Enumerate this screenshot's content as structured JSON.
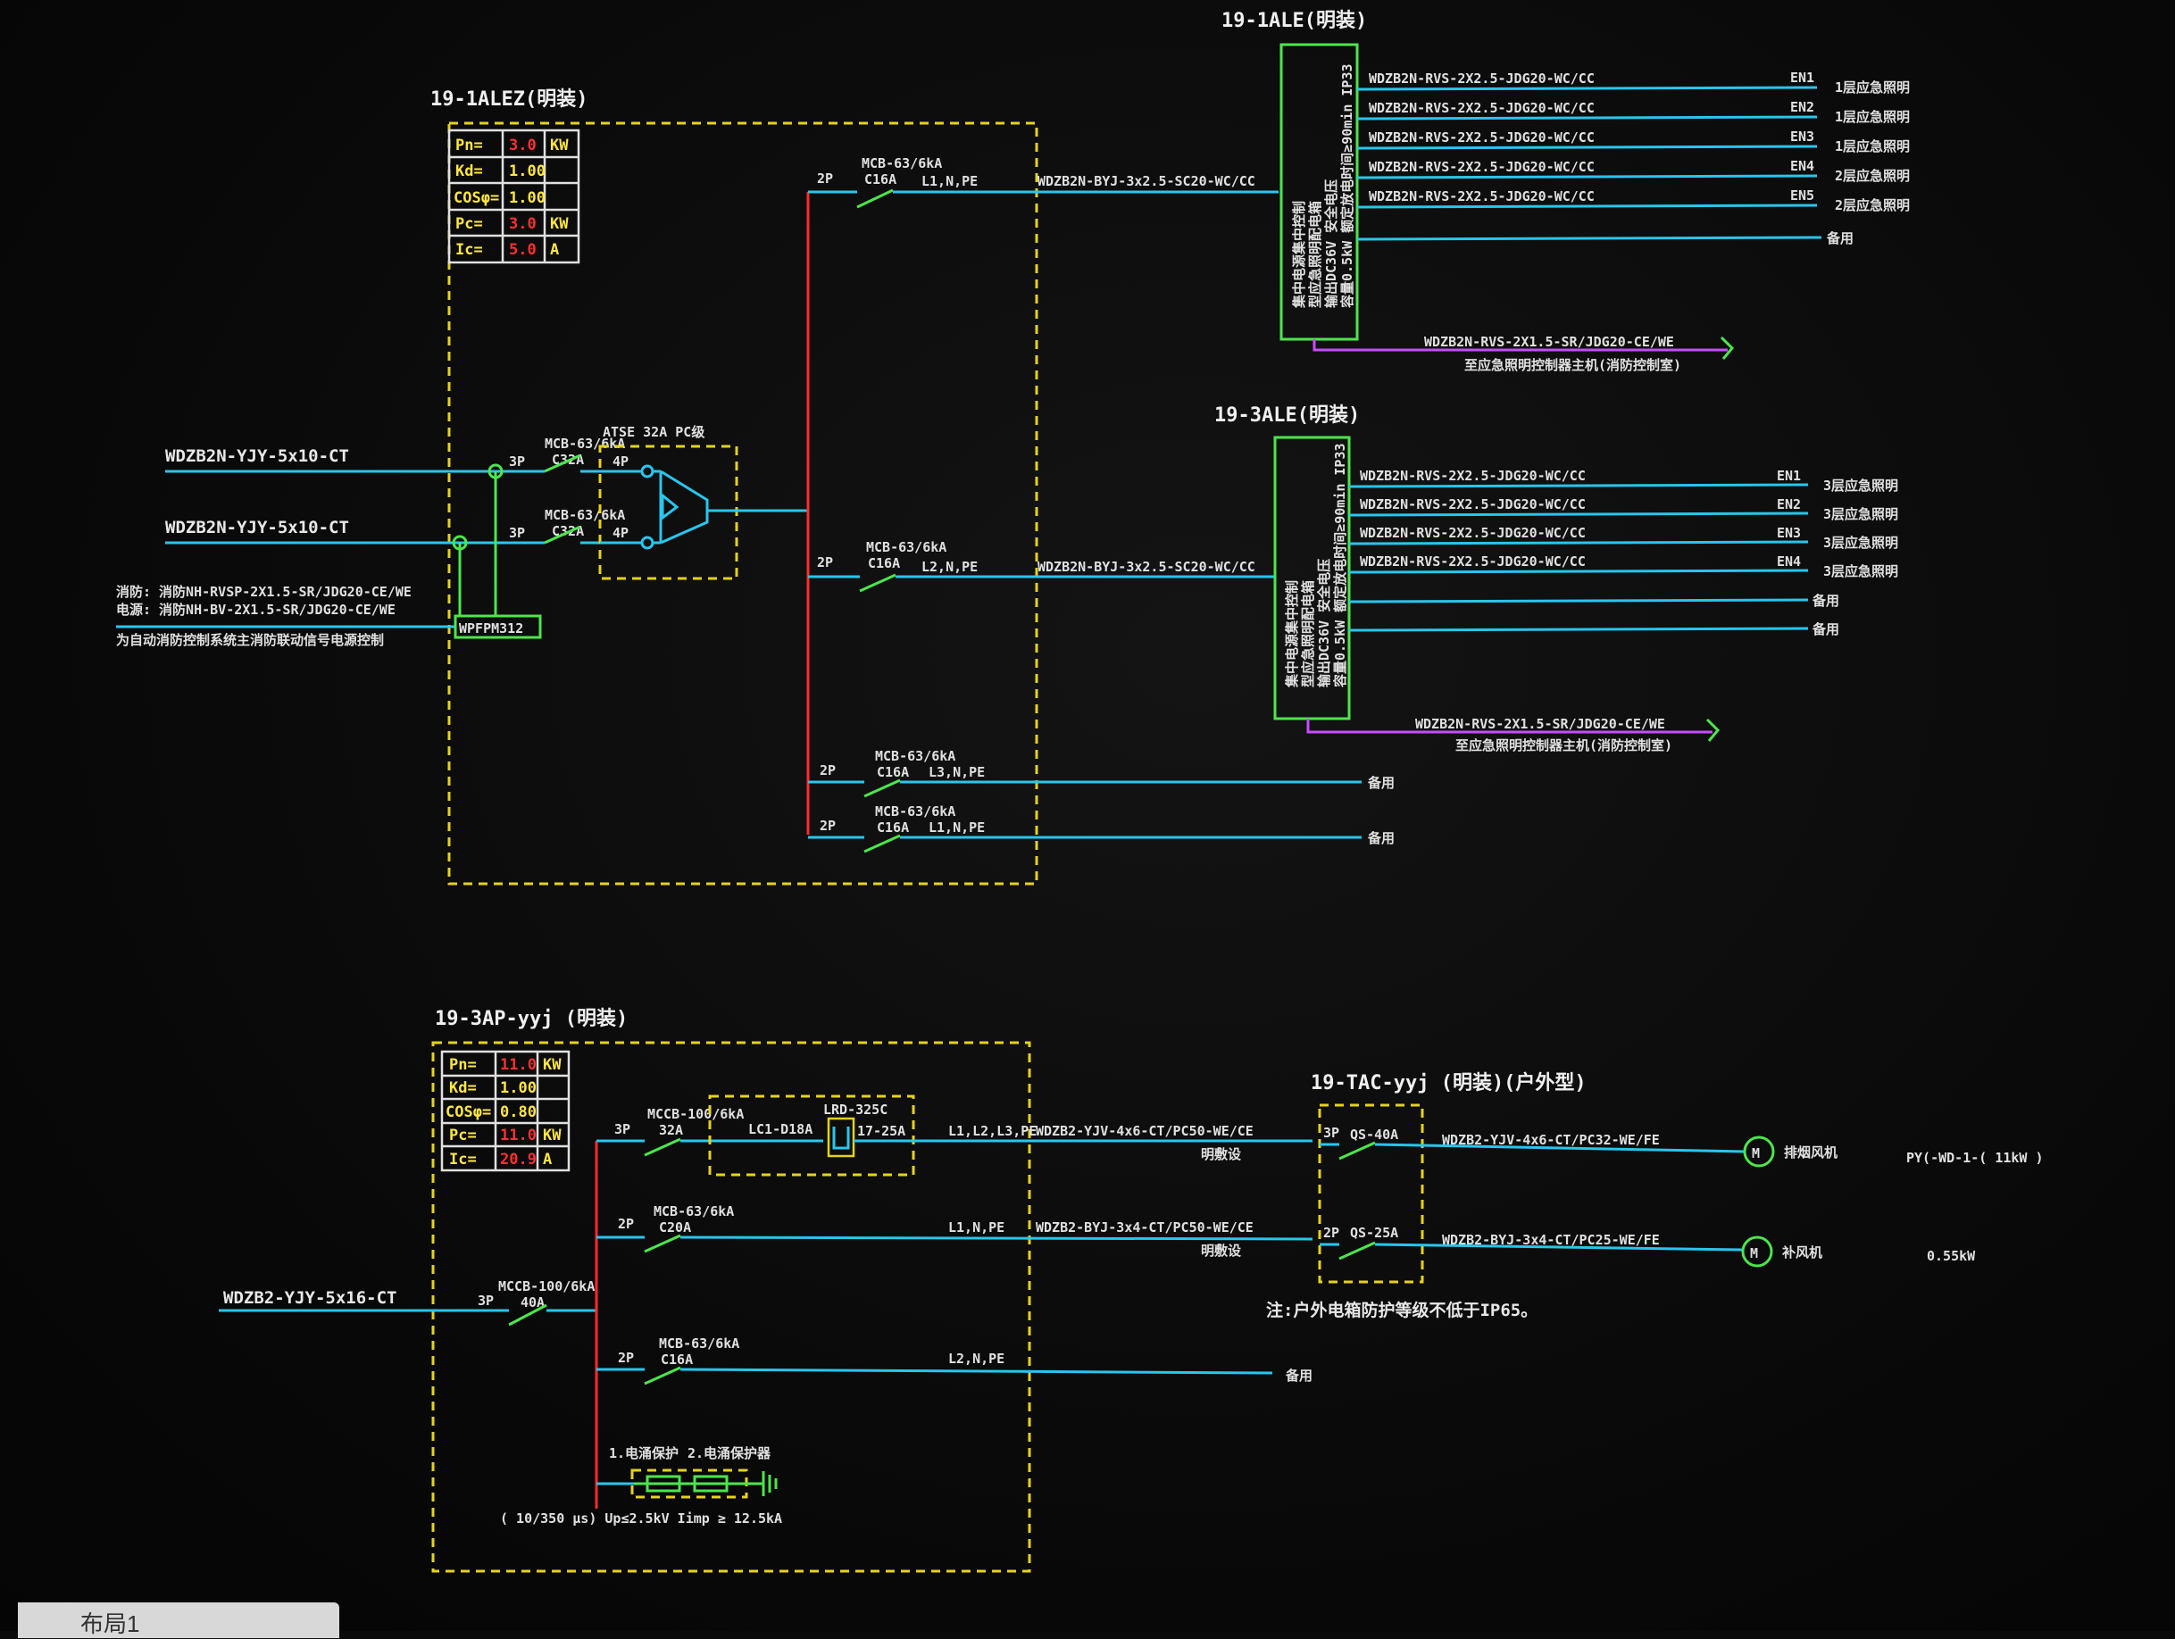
{
  "panels": {
    "p1": {
      "title": "19-1ALEZ(明装)",
      "table": [
        [
          "Pn=",
          "3.0",
          "KW"
        ],
        [
          "Kd=",
          "1.00",
          ""
        ],
        [
          "COSφ=",
          "1.00",
          ""
        ],
        [
          "Pc=",
          "3.0",
          "KW"
        ],
        [
          "Ic=",
          "5.0",
          "A"
        ]
      ],
      "incoming": [
        "WDZB2N-YJY-5x10-CT",
        "WDZB2N-YJY-5x10-CT"
      ],
      "fire_lines": [
        "消防: 消防NH-RVSP-2X1.5-SR/JDG20-CE/WE",
        "电源: 消防NH-BV-2X1.5-SR/JDG20-CE/WE"
      ],
      "fire_note": "为自动消防控制系统主消防联动信号电源控制",
      "monitor": "WPFPM312",
      "breakers": {
        "q1": [
          "MCB-63/6kA",
          "C32A",
          "3P"
        ],
        "q2": [
          "MCB-63/6kA",
          "C32A",
          "3P"
        ],
        "atse": "ATSE 32A PC级",
        "atse_p1": "4P",
        "atse_p2": "4P"
      },
      "branches": [
        {
          "pole": "2P",
          "b1": "MCB-63/6kA",
          "b2": "C16A",
          "phase": "L1,N,PE",
          "cable": "WDZB2N-BYJ-3x2.5-SC20-WC/CC"
        },
        {
          "pole": "2P",
          "b1": "MCB-63/6kA",
          "b2": "C16A",
          "phase": "L2,N,PE",
          "cable": "WDZB2N-BYJ-3x2.5-SC20-WC/CC"
        },
        {
          "pole": "2P",
          "b1": "MCB-63/6kA",
          "b2": "C16A",
          "phase": "L3,N,PE",
          "end": "备用"
        },
        {
          "pole": "2P",
          "b1": "MCB-63/6kA",
          "b2": "C16A",
          "phase": "L1,N,PE",
          "end": "备用"
        }
      ]
    },
    "ale1": {
      "title": "19-1ALE(明装)",
      "box_text": [
        "集中电源集中控制",
        "型应急照明配电箱",
        "输出DC36V 安全电压",
        "容量0.5kW 额定放电时间≥90min IP33"
      ],
      "feeders": [
        {
          "cable": "WDZB2N-RVS-2X2.5-JDG20-WC/CC",
          "code": "EN1",
          "dest": "1层应急照明"
        },
        {
          "cable": "WDZB2N-RVS-2X2.5-JDG20-WC/CC",
          "code": "EN2",
          "dest": "1层应急照明"
        },
        {
          "cable": "WDZB2N-RVS-2X2.5-JDG20-WC/CC",
          "code": "EN3",
          "dest": "1层应急照明"
        },
        {
          "cable": "WDZB2N-RVS-2X2.5-JDG20-WC/CC",
          "code": "EN4",
          "dest": "2层应急照明"
        },
        {
          "cable": "WDZB2N-RVS-2X2.5-JDG20-WC/CC",
          "code": "EN5",
          "dest": "2层应急照明"
        }
      ],
      "spare": "备用",
      "signal": "WDZB2N-RVS-2X1.5-SR/JDG20-CE/WE",
      "signal_note": "至应急照明控制器主机(消防控制室)"
    },
    "ale3": {
      "title": "19-3ALE(明装)",
      "box_text": [
        "集中电源集中控制",
        "型应急照明配电箱",
        "输出DC36V 安全电压",
        "容量0.5kW 额定放电时间≥90min IP33"
      ],
      "feeders": [
        {
          "cable": "WDZB2N-RVS-2X2.5-JDG20-WC/CC",
          "code": "EN1",
          "dest": "3层应急照明"
        },
        {
          "cable": "WDZB2N-RVS-2X2.5-JDG20-WC/CC",
          "code": "EN2",
          "dest": "3层应急照明"
        },
        {
          "cable": "WDZB2N-RVS-2X2.5-JDG20-WC/CC",
          "code": "EN3",
          "dest": "3层应急照明"
        },
        {
          "cable": "WDZB2N-RVS-2X2.5-JDG20-WC/CC",
          "code": "EN4",
          "dest": "3层应急照明"
        }
      ],
      "spare1": "备用",
      "spare2": "备用",
      "signal": "WDZB2N-RVS-2X1.5-SR/JDG20-CE/WE",
      "signal_note": "至应急照明控制器主机(消防控制室)"
    },
    "ap": {
      "title": "19-3AP-yyj (明装)",
      "table": [
        [
          "Pn=",
          "11.0",
          "KW"
        ],
        [
          "Kd=",
          "1.00",
          ""
        ],
        [
          "COSφ=",
          "0.80",
          ""
        ],
        [
          "Pc=",
          "11.0",
          "KW"
        ],
        [
          "Ic=",
          "20.9",
          "A"
        ]
      ],
      "incoming": "WDZB2-YJY-5x16-CT",
      "main": [
        "MCCB-100/6kA",
        "40A",
        "3P"
      ],
      "branches": [
        {
          "pole": "3P",
          "b1": "MCCB-100/6kA",
          "b2": "32A",
          "contactor": "LC1-D18A",
          "relay": "LRD-325C",
          "relay_range": "17-25A",
          "phase": "L1,L2,L3,PE",
          "cable": "WDZB2-YJV-4x6-CT/PC50-WE/CE",
          "note": "明敷设"
        },
        {
          "pole": "2P",
          "b1": "MCB-63/6kA",
          "b2": "C20A",
          "phase": "L1,N,PE",
          "cable": "WDZB2-BYJ-3x4-CT/PC50-WE/CE",
          "note": "明敷设"
        },
        {
          "pole": "2P",
          "b1": "MCB-63/6kA",
          "b2": "C16A",
          "phase": "L2,N,PE",
          "end": "备用"
        }
      ],
      "spd_label1": "1.电涌保护",
      "spd_label2": "2.电涌保护器",
      "spd_spec": "( 10/350 μs) Up≤2.5kV  Iimp ≥ 12.5kA"
    },
    "tac": {
      "title": "19-TAC-yyj  (明装)(户外型)",
      "rows": [
        {
          "pole": "3P",
          "switch": "QS-40A",
          "cable": "WDZB2-YJV-4x6-CT/PC32-WE/FE",
          "motor": "M",
          "load": "排烟风机",
          "rating": "PY(-WD-1-( 11kW )"
        },
        {
          "pole": "2P",
          "switch": "QS-25A",
          "cable": "WDZB2-BYJ-3x4-CT/PC25-WE/FE",
          "motor": "M",
          "load": "补风机",
          "rating": "0.55kW"
        }
      ],
      "note": "注:户外电箱防护等级不低于IP65。"
    }
  },
  "tab": "布局1"
}
